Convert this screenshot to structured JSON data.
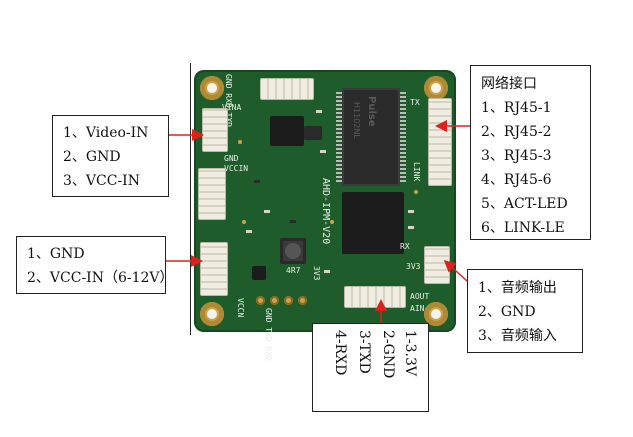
{
  "video_box": {
    "lines": [
      "1、Video-IN",
      "2、GND",
      "3、VCC-IN"
    ]
  },
  "power_box": {
    "lines": [
      "1、GND",
      "2、VCC-IN（6-12V）"
    ]
  },
  "network_box": {
    "title": "网络接口",
    "lines": [
      "1、RJ45-1",
      "2、RJ45-2",
      "3、RJ45-3",
      "4、RJ45-6",
      "5、ACT-LED",
      "6、LINK-LE"
    ]
  },
  "audio_box": {
    "lines": [
      "1、音频输出",
      "2、GND",
      "3、音频输入"
    ]
  },
  "serial_box": {
    "lines": [
      "1-3.3V",
      "2-GND",
      "3-TXD",
      "4-RXD"
    ]
  },
  "board": {
    "model": "AHD-IPM-V20",
    "transformer_brand": "Pulse",
    "transformer_part": "H1102NL",
    "inductor_mark": "4R7",
    "silk": {
      "top_left": "GND RXD TXD",
      "vina": "VINA",
      "gnd": "GND",
      "vccin": "VCCIN",
      "tx": "TX",
      "rx": "RX",
      "link": "LINK",
      "v33": "3V3",
      "aout": "AOUT",
      "ain": "AIN",
      "bottom": "GND TXD RXD",
      "vccn": "VCCN"
    }
  },
  "colors": {
    "callout": "#e0201c",
    "pcb": "#1e5c2c"
  }
}
